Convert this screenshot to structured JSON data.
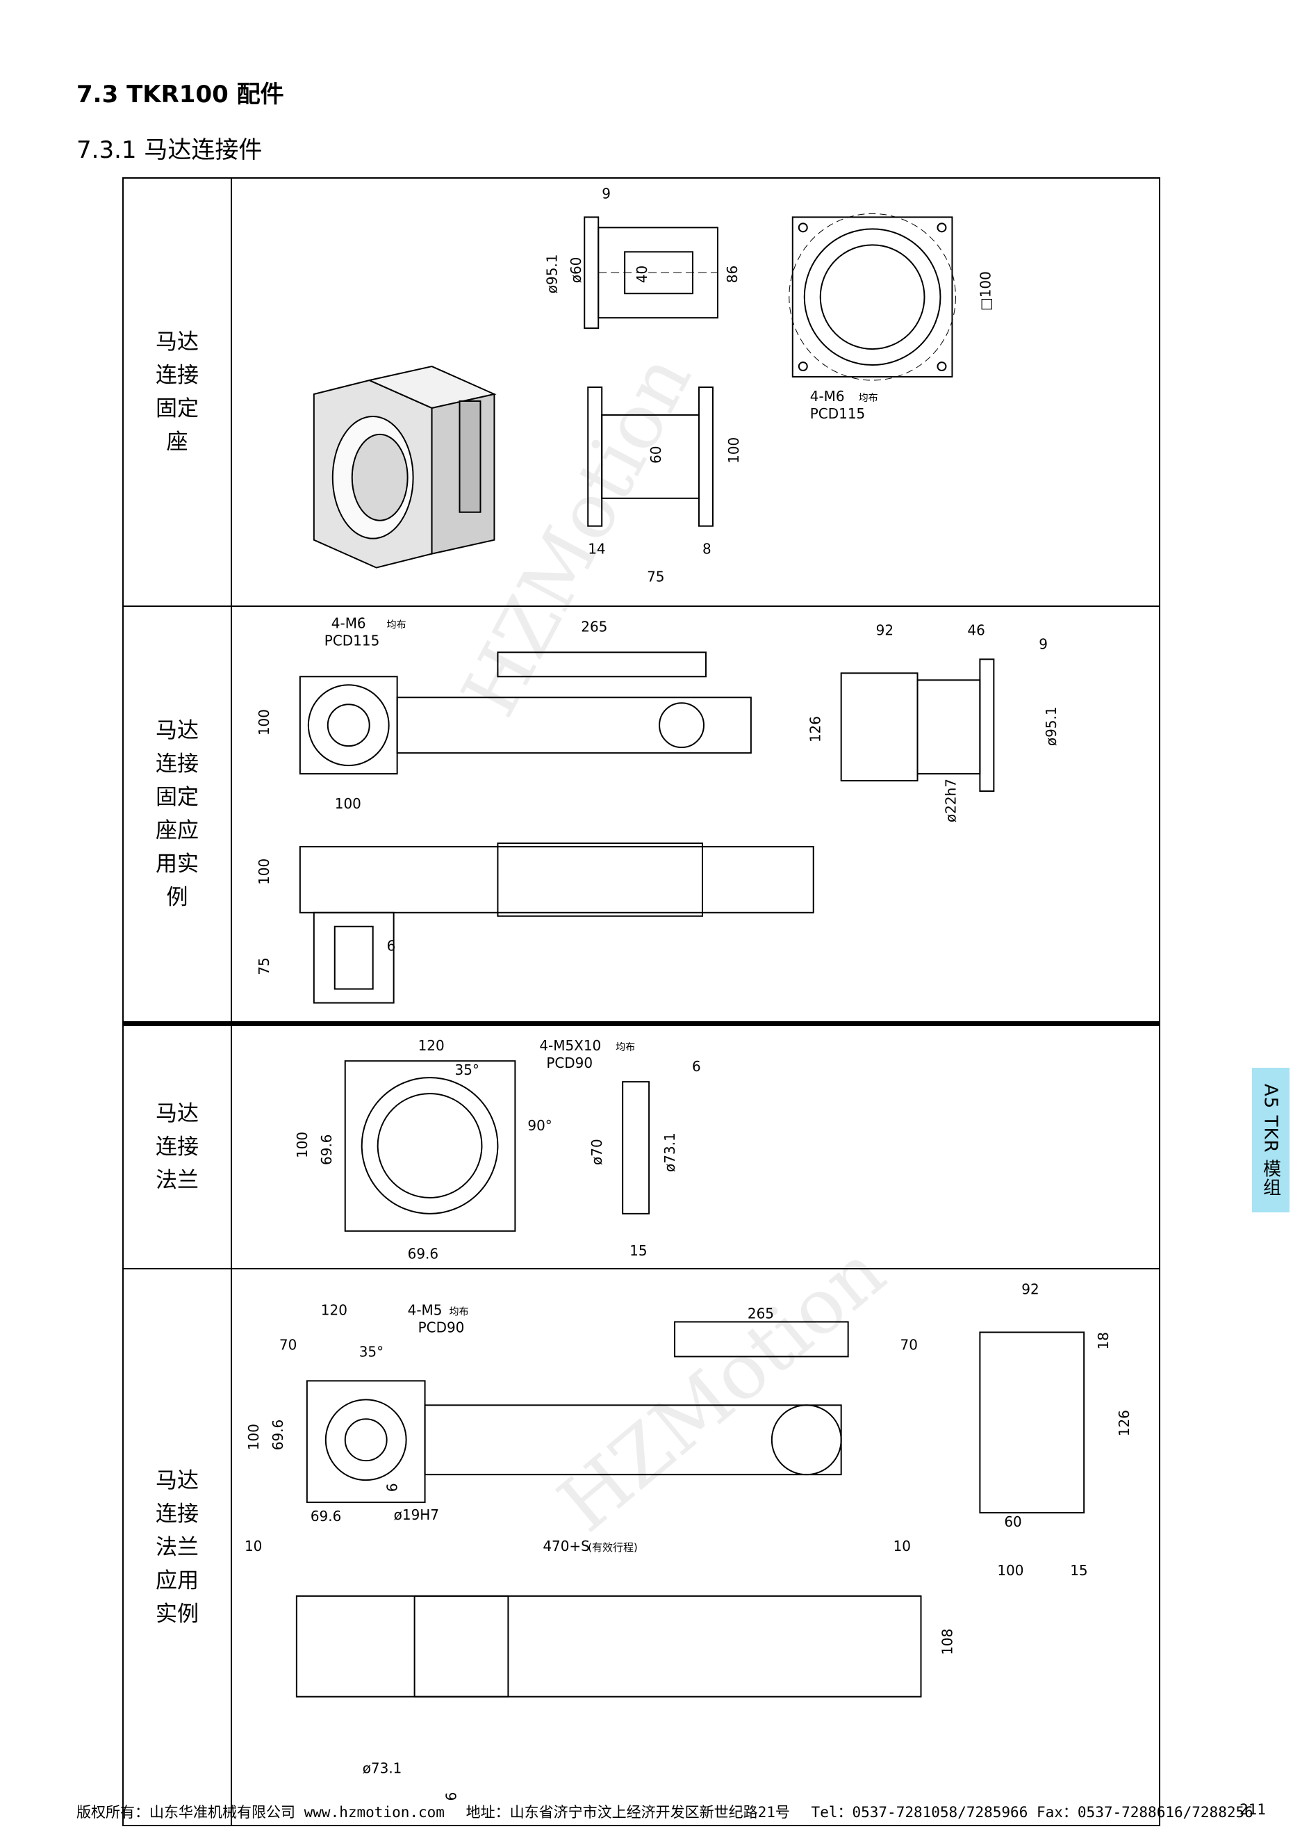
{
  "heading": "7.3 TKR100 配件",
  "subheading": "7.3.1 马达连接件",
  "side_tab": "A5 TKR 模组",
  "rows": [
    {
      "label": "马达连接固定座",
      "dims": {
        "d9": "9",
        "d951": "ø95.1",
        "d60": "ø60",
        "d40": "40",
        "d86": "86",
        "sq100": "□100",
        "m6": "4-M6",
        "jb": "均布",
        "pcd": "PCD115",
        "v60": "60",
        "v100": "100",
        "d14": "14",
        "d8": "8",
        "d75": "75"
      }
    },
    {
      "label": "马达连接固定座应用实例",
      "dims": {
        "d265": "265",
        "m6": "4-M6",
        "jb": "均布",
        "pcd": "PCD115",
        "v100": "100",
        "h100": "100",
        "d92": "92",
        "d46": "46",
        "d9": "9",
        "d126": "126",
        "d951": "ø95.1",
        "d22": "ø22h7",
        "v100b": "100",
        "d75": "75",
        "d6": "6"
      }
    },
    {
      "label": "马达连接法兰",
      "dims": {
        "d120": "120",
        "m5": "4-M5X10",
        "jb": "均布",
        "pcd": "PCD90",
        "a35": "35°",
        "a90": "90°",
        "v100": "100",
        "v696": "69.6",
        "h696": "69.6",
        "d6": "6",
        "d70": "ø70",
        "d731": "ø73.1",
        "d15": "15"
      }
    },
    {
      "label": "马达连接法兰应用实例",
      "dims": {
        "d120": "120",
        "m5": "4-M5",
        "jb": "均布",
        "pcd": "PCD90",
        "d265": "265",
        "d70a": "70",
        "a35": "35°",
        "d70b": "70",
        "v100": "100",
        "v696": "69.6",
        "d6": "6",
        "h696": "69.6",
        "d19": "ø19H7",
        "d10a": "10",
        "stroke": "470+S",
        "stroke_note": "(有效行程)",
        "d10b": "10",
        "d92": "92",
        "d18": "18",
        "d126": "126",
        "d60": "60",
        "d100": "100",
        "d15": "15",
        "d108": "108",
        "d731": "ø73.1",
        "d6b": "6"
      }
    }
  ],
  "footer": {
    "copyright": "版权所有：山东华准机械有限公司 www.hzmotion.com",
    "address": "地址：山东省济宁市汶上经济开发区新世纪路21号",
    "tel": "Tel：0537-7281058/7285966 Fax：0537-7288616/7288256",
    "page": "211"
  }
}
